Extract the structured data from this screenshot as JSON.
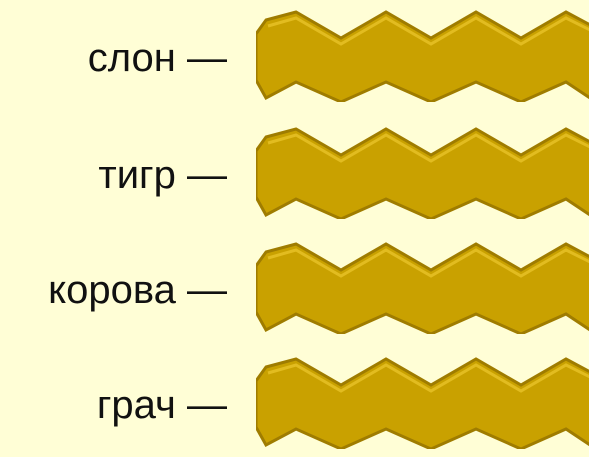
{
  "rows": [
    {
      "label": "слон —"
    },
    {
      "label": "тигр —"
    },
    {
      "label": "корова —"
    },
    {
      "label": "грач —"
    }
  ],
  "colors": {
    "background": "#fffed6",
    "band_fill": "#c9a100",
    "band_highlight": "#e4bf24",
    "band_shadow": "#9f7c00",
    "text": "#111111"
  }
}
